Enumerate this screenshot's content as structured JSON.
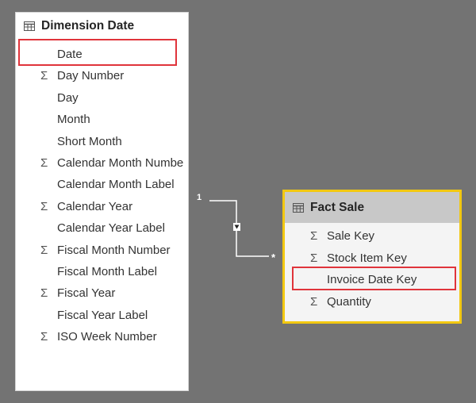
{
  "dimension_table": {
    "title": "Dimension Date",
    "icon": "table-icon",
    "fields": [
      {
        "label": "Date",
        "sigma": false,
        "highlighted": true
      },
      {
        "label": "Day Number",
        "sigma": true
      },
      {
        "label": "Day",
        "sigma": false
      },
      {
        "label": "Month",
        "sigma": false
      },
      {
        "label": "Short Month",
        "sigma": false
      },
      {
        "label": "Calendar Month Numbe",
        "sigma": true
      },
      {
        "label": "Calendar Month Label",
        "sigma": false
      },
      {
        "label": "Calendar Year",
        "sigma": true
      },
      {
        "label": "Calendar Year Label",
        "sigma": false
      },
      {
        "label": "Fiscal Month Number",
        "sigma": true
      },
      {
        "label": "Fiscal Month Label",
        "sigma": false
      },
      {
        "label": "Fiscal Year",
        "sigma": true
      },
      {
        "label": "Fiscal Year Label",
        "sigma": false
      },
      {
        "label": "ISO Week Number",
        "sigma": true
      }
    ]
  },
  "fact_table": {
    "title": "Fact Sale",
    "icon": "table-icon",
    "selected": true,
    "fields": [
      {
        "label": "Sale Key",
        "sigma": true
      },
      {
        "label": "Stock Item Key",
        "sigma": true
      },
      {
        "label": "Invoice Date Key",
        "sigma": false,
        "highlighted": true
      },
      {
        "label": "Quantity",
        "sigma": true
      }
    ]
  },
  "relationship": {
    "from_cardinality": "1",
    "to_cardinality": "*",
    "filter_direction": "single"
  },
  "sigma_symbol": "Σ",
  "colors": {
    "canvas": "#737373",
    "highlight": "#e0343b",
    "selected_border": "#f2c811",
    "fact_header": "#c8c8c8"
  }
}
